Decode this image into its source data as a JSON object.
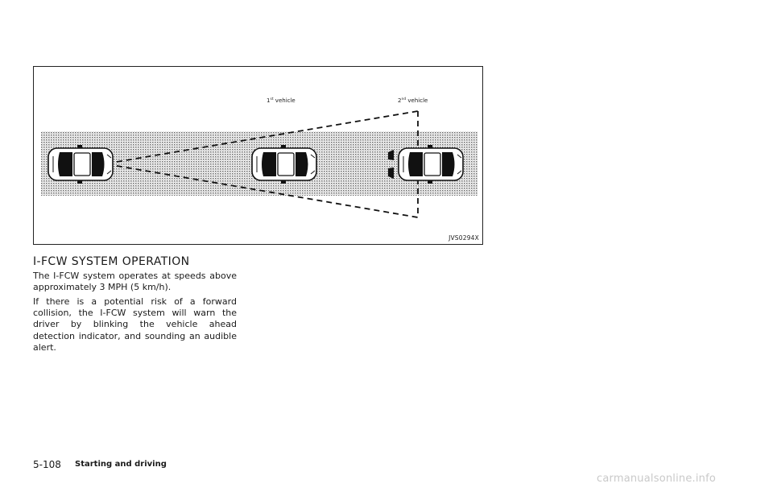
{
  "figure": {
    "label_first_number": "1",
    "label_first_sup": "st",
    "label_first_text": " vehicle",
    "label_second_number": "2",
    "label_second_sup": "nd",
    "label_second_text": " vehicle",
    "figure_code": "JVS0294X"
  },
  "section": {
    "heading": "I-FCW SYSTEM OPERATION",
    "paragraphs": [
      "The I-FCW system operates at speeds above approximately 3 MPH (5 km/h).",
      "If there is a potential risk of a forward collision, the I-FCW system will warn the driver by blinking the vehicle ahead detection indicator, and sounding an audible alert."
    ]
  },
  "footer": {
    "page_number": "5-108",
    "section_title": "Starting and driving"
  },
  "watermark": "carmanualsonline.info"
}
